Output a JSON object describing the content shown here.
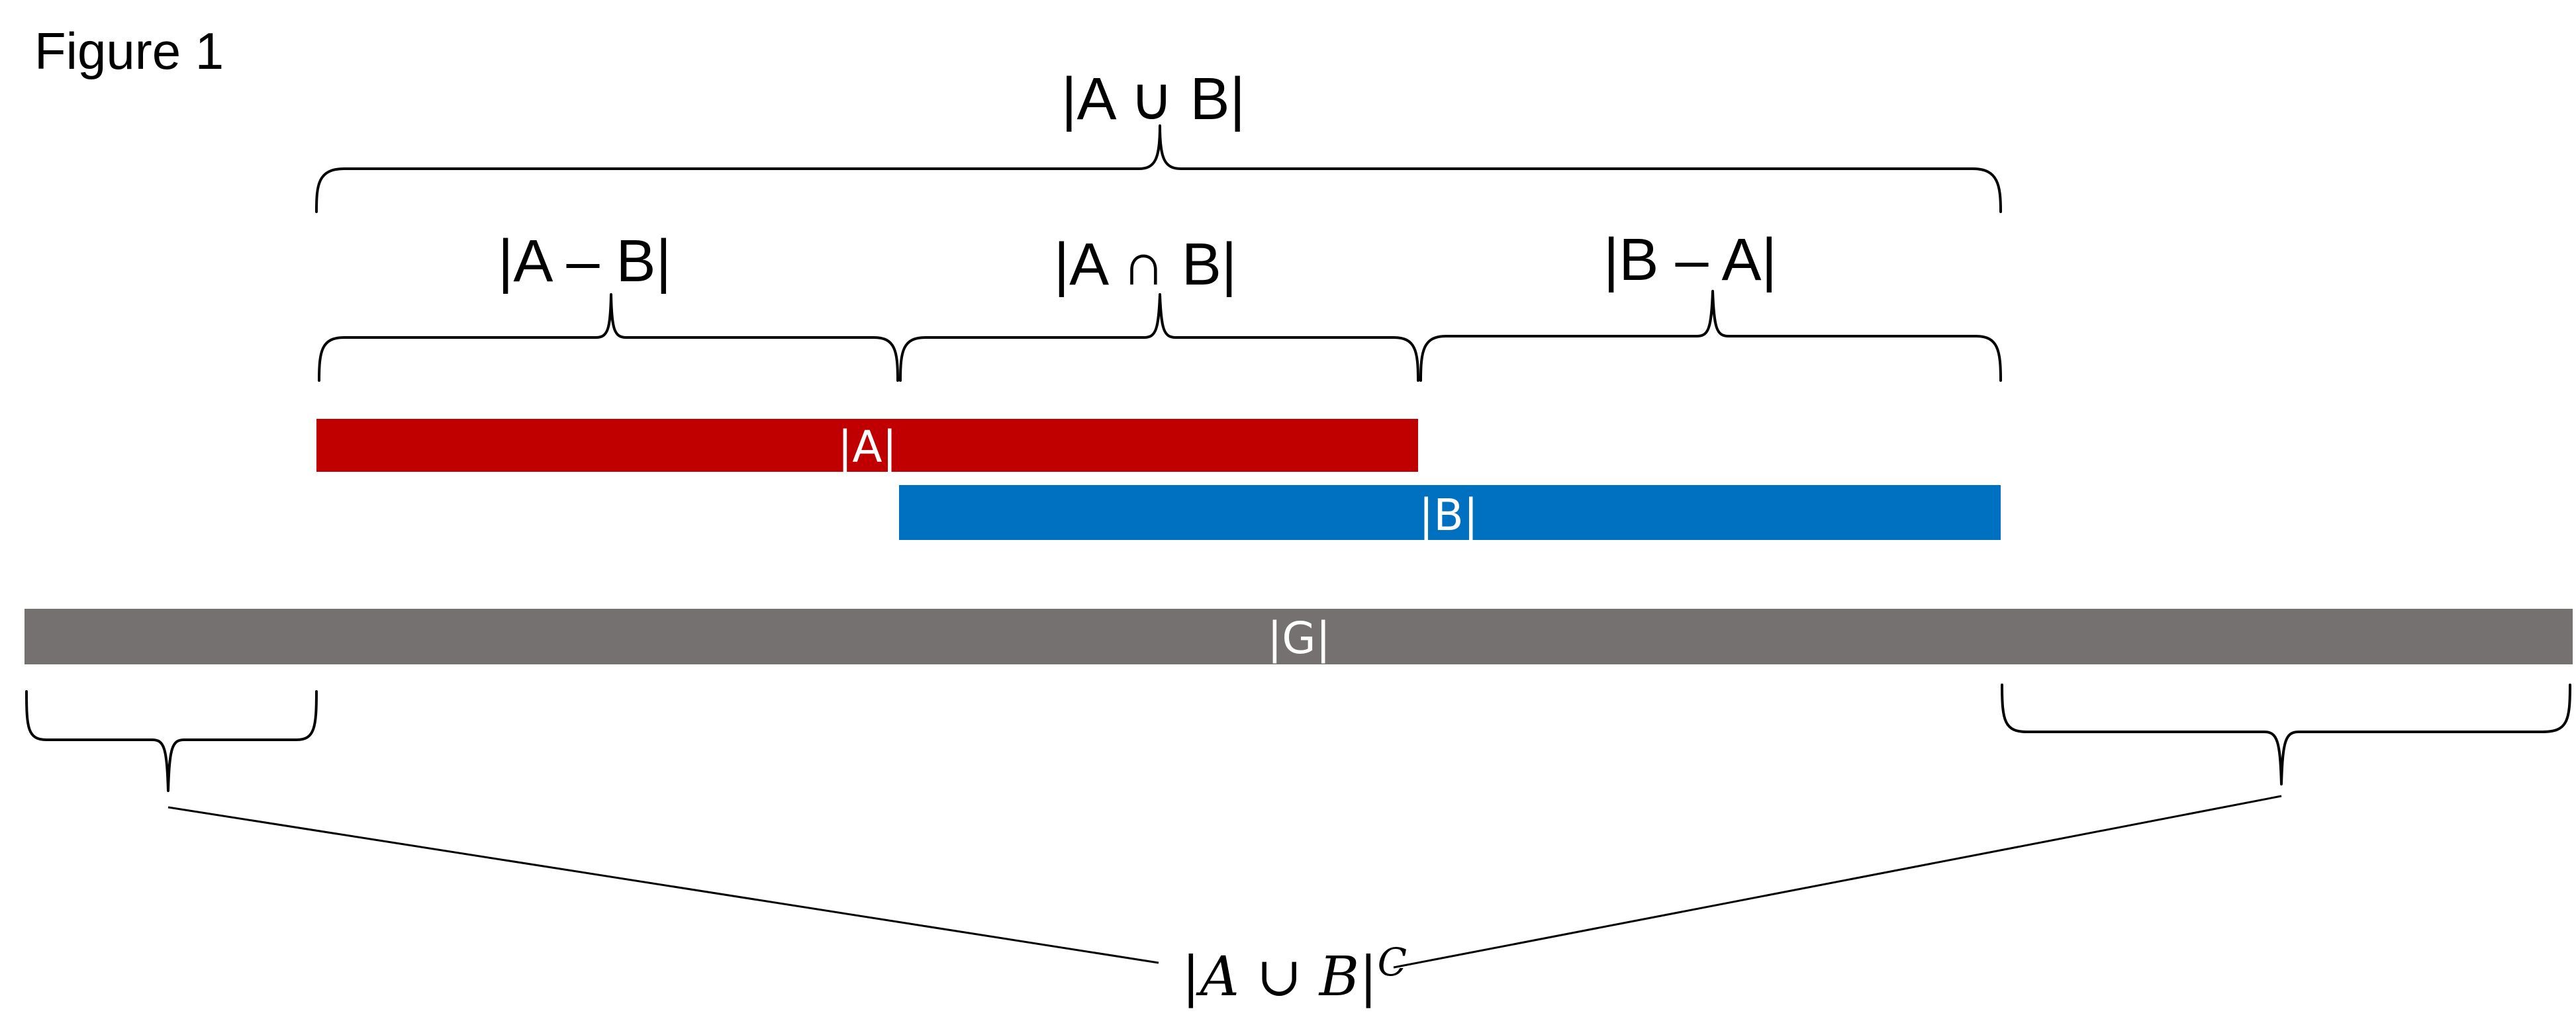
{
  "figure": {
    "title": "Figure 1",
    "labels": {
      "union": "|A ∪ B|",
      "a_minus_b": "|A – B|",
      "intersection": "|A ∩ B|",
      "b_minus_a": "|B – A|",
      "set_a": "|A|",
      "set_b": "|B|",
      "set_g": "|G|",
      "complement_base": "|A ∪ B|",
      "complement_sup": "C"
    },
    "colors": {
      "set_a": "#C00000",
      "set_b": "#0070C0",
      "set_g": "#767171",
      "braces": "#000000",
      "bar_text": "#FFFFFF"
    }
  }
}
